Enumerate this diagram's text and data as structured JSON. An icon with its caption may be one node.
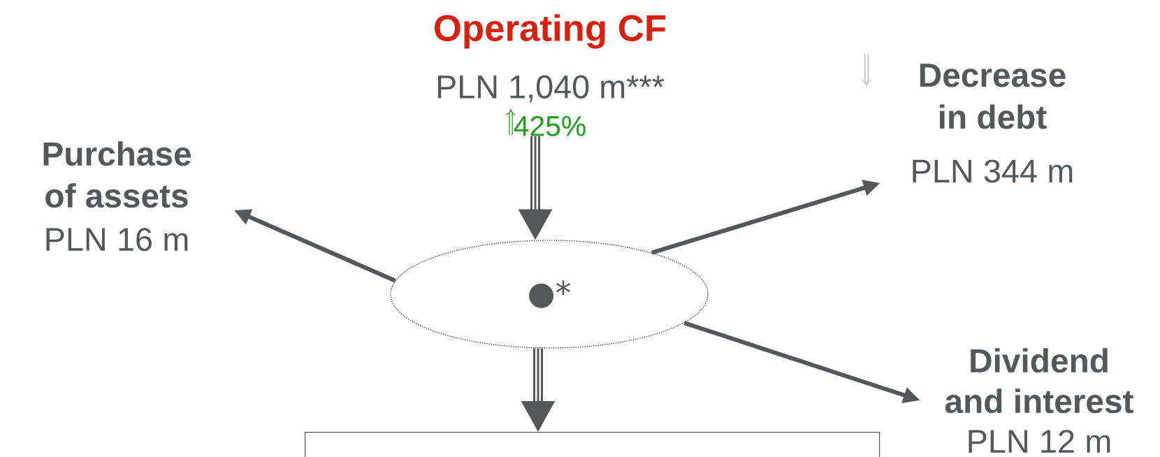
{
  "diagram": {
    "nodes": [
      {
        "text": [
          "Operating CF",
          "PLN 1,040 m***",
          "425%"
        ]
      },
      {
        "text": [
          "Purchase of assets",
          "PLN 16 m"
        ]
      },
      {
        "text": [
          "Decrease in debt",
          "PLN 344 m"
        ]
      },
      {
        "text": [
          "●*"
        ]
      },
      {
        "text": [
          "Dividend and interest",
          "PLN 12 m"
        ]
      },
      {
        "text": [],
        "shape": "box"
      }
    ],
    "edges": [
      {
        "from": 0,
        "to": 3,
        "arrow": "to",
        "style": "thick"
      },
      {
        "from": 3,
        "to": 1,
        "arrow": "to"
      },
      {
        "from": 3,
        "to": 2,
        "arrow": "to"
      },
      {
        "from": 3,
        "to": 4,
        "arrow": "to"
      },
      {
        "from": 3,
        "to": 5,
        "arrow": "to",
        "style": "thick"
      }
    ]
  }
}
